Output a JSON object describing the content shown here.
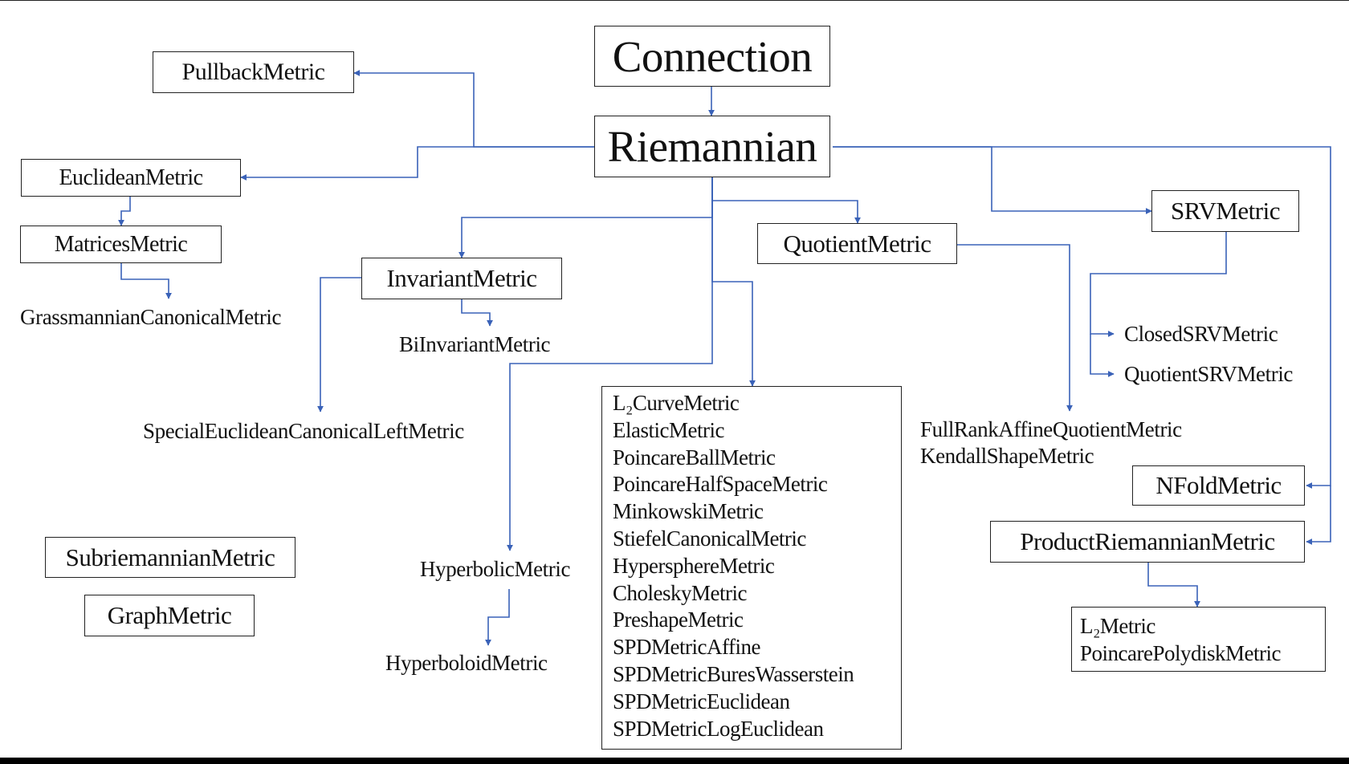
{
  "diagram": {
    "colors": {
      "edge": "#3a62b8",
      "border": "#222222",
      "text": "#111111"
    },
    "nodes": {
      "connection": "Connection",
      "riemannian": "Riemannian",
      "pullback": "PullbackMetric",
      "euclidean": "EuclideanMetric",
      "matrices": "MatricesMetric",
      "grassmannian": "GrassmannianCanonicalMetric",
      "invariant": "InvariantMetric",
      "biinvariant": "BiInvariantMetric",
      "special_euclidean": "SpecialEuclideanCanonicalLeftMetric",
      "quotient": "QuotientMetric",
      "srv": "SRVMetric",
      "closed_srv": "ClosedSRVMetric",
      "quotient_srv": "QuotientSRVMetric",
      "full_rank": "FullRankAffineQuotientMetric",
      "kendall": "KendallShapeMetric",
      "nfold": "NFoldMetric",
      "product": "ProductRiemannianMetric",
      "l2metric": "L₂Metric",
      "poincare_polydisk": "PoincarePolydiskMetric",
      "subriemannian": "SubriemannianMetric",
      "graph": "GraphMetric",
      "hyperbolic": "HyperbolicMetric",
      "hyperboloid": "HyperboloidMetric"
    },
    "metric_list": [
      "L₂CurveMetric",
      "ElasticMetric",
      "PoincareBallMetric",
      "PoincareHalfSpaceMetric",
      "MinkowskiMetric",
      "StiefelCanonicalMetric",
      "HypersphereMetric",
      "CholeskyMetric",
      "PreshapeMetric",
      "SPDMetricAffine",
      "SPDMetricBuresWasserstein",
      "SPDMetricEuclidean",
      "SPDMetricLogEuclidean"
    ]
  }
}
